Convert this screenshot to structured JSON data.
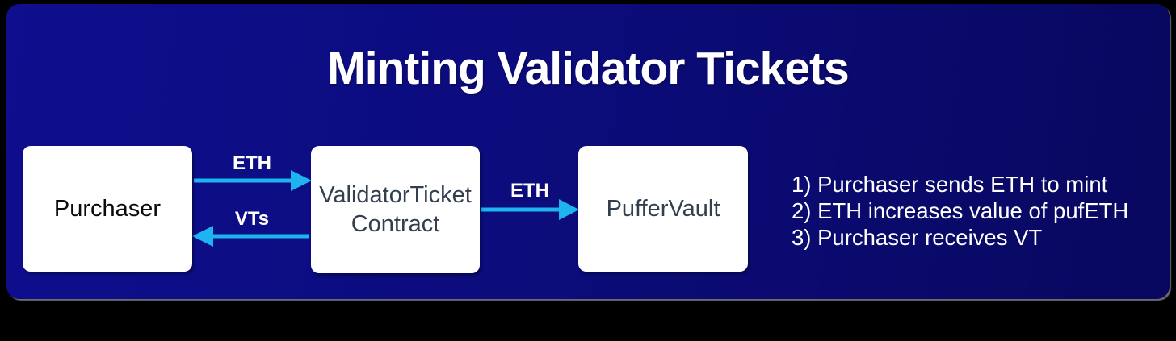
{
  "title": "Minting Validator Tickets",
  "colors": {
    "canvas_background": "#000000",
    "panel_gradient_left": "#0e0e8e",
    "panel_gradient_right": "#08085f",
    "arrow": "#1db4f0",
    "node_background": "#ffffff",
    "purchaser_text": "#0b0b0b",
    "contract_text": "#333f4f",
    "label_text": "#ffffff"
  },
  "diagram": {
    "nodes": [
      {
        "id": "purchaser",
        "label": "Purchaser"
      },
      {
        "id": "validator-ticket-contract",
        "label": "ValidatorTicket Contract"
      },
      {
        "id": "puffer-vault",
        "label": "PufferVault"
      }
    ],
    "arrows": [
      {
        "id": "eth-purchaser-to-contract",
        "label": "ETH",
        "from": "purchaser",
        "to": "validator-ticket-contract",
        "direction": "right"
      },
      {
        "id": "vts-contract-to-purchaser",
        "label": "VTs",
        "from": "validator-ticket-contract",
        "to": "purchaser",
        "direction": "left"
      },
      {
        "id": "eth-contract-to-vault",
        "label": "ETH",
        "from": "validator-ticket-contract",
        "to": "puffer-vault",
        "direction": "right"
      }
    ]
  },
  "steps": [
    "1) Purchaser sends ETH to mint",
    "2) ETH increases value of pufETH",
    "3) Purchaser receives VT"
  ]
}
